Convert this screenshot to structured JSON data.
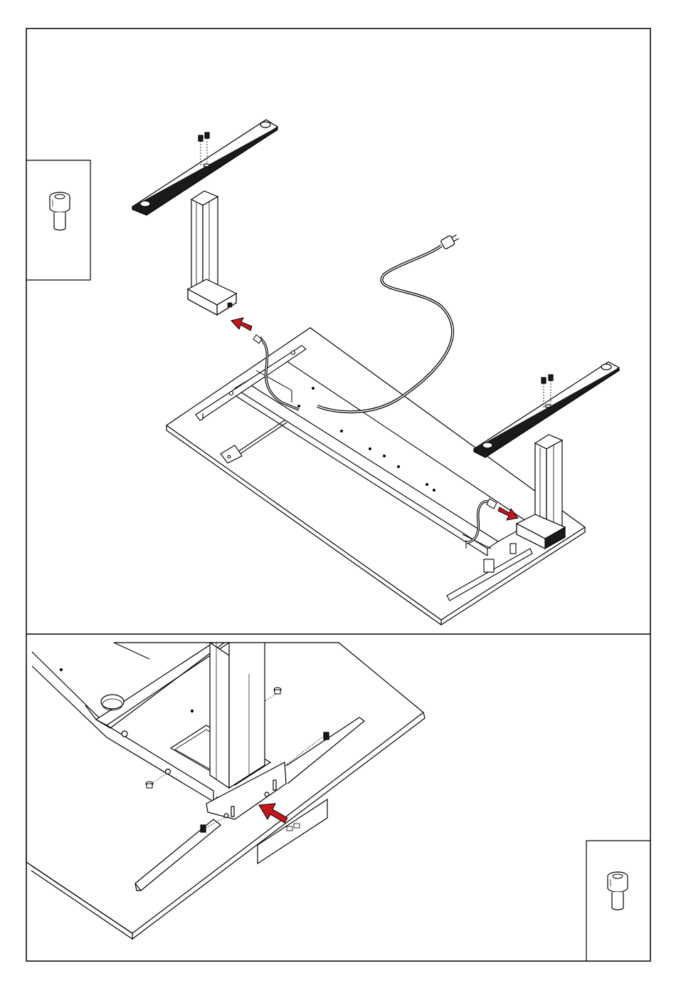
{
  "document": {
    "type": "assembly-instruction-sheet",
    "panels": [
      {
        "name": "step-overview",
        "description_visible": false
      },
      {
        "name": "step-detail",
        "description_visible": false
      }
    ],
    "hardware_callouts": [
      {
        "icon": "socket-cap-screw-icon",
        "label": ""
      },
      {
        "icon": "socket-cap-screw-icon",
        "label": ""
      }
    ],
    "colors": {
      "line": "#000000",
      "paper": "#ffffff",
      "arrow": "#c4161c",
      "dark_part": "#1a1a1a"
    }
  }
}
